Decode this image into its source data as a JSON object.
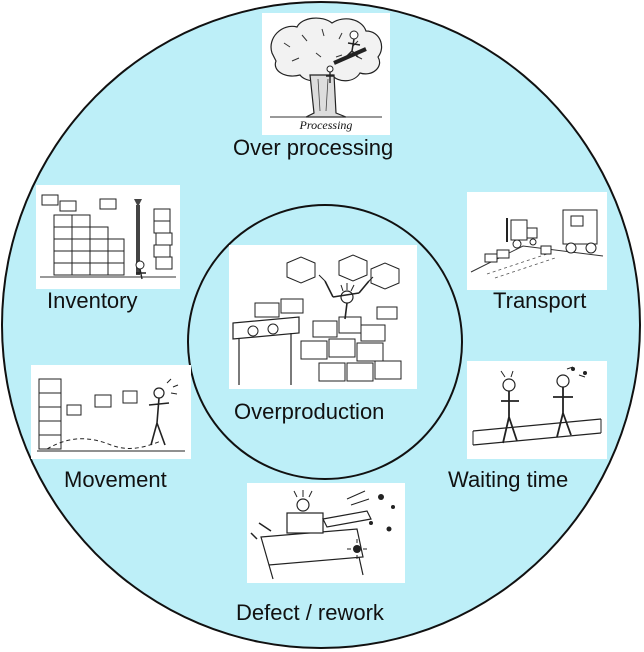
{
  "diagram": {
    "center_label": "Overproduction",
    "labels": {
      "over_processing": "Over processing",
      "inventory": "Inventory",
      "transport": "Transport",
      "movement": "Movement",
      "waiting_time": "Waiting time",
      "defect_rework": "Defect / rework"
    },
    "processing_caption": "Processing"
  },
  "colors": {
    "circle_fill": "#bdeff8",
    "outline": "#111111",
    "picture_background": "#ffffff"
  },
  "icons": [
    "tree-sawing-illustration",
    "stacked-boxes-illustration",
    "forklift-truck-illustration",
    "overproduction-conveyor-illustration",
    "walking-worker-illustration",
    "waiting-workers-illustration",
    "defect-machine-illustration"
  ]
}
